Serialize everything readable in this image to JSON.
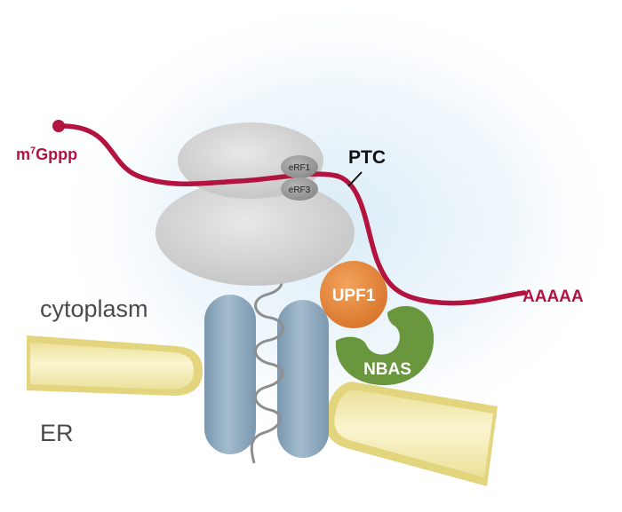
{
  "labels": {
    "five_prime": {
      "main": "m",
      "sup": "7",
      "rest": "Gppp"
    },
    "ptc": "PTC",
    "poly_a": "AAAAA",
    "erf1": "eRF1",
    "erf3": "eRF3",
    "upf1": "UPF1",
    "nbas": "NBAS",
    "cytoplasm": "cytoplasm",
    "er": "ER"
  },
  "colors": {
    "mrna": "#b3133f",
    "ribosome": "#d6d6d6",
    "release_factor": "#9a9a9a",
    "upf1": "#e8873a",
    "nbas": "#6a963e",
    "translocon": "#8aa7be",
    "membrane": "#f3ebae",
    "nascent_chain": "#8e8e8e",
    "glow": "#d8ebf6"
  }
}
